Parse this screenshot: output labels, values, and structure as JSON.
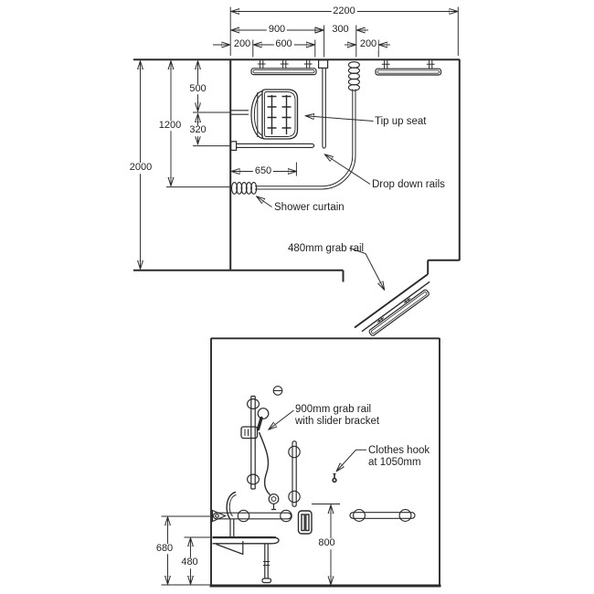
{
  "drawing": {
    "type": "accessible shower room technical drawing",
    "colors": {
      "line": "#2b2b2b",
      "text": "#1f1f1f",
      "background": "#ffffff"
    }
  },
  "plan": {
    "dim_total_width": "2200",
    "dim_seat_zone_width": "900",
    "dim_curtain_offset": "300",
    "dim_rail_gap_left": "200",
    "dim_rail_length": "600",
    "dim_rail_gap_right": "200",
    "dim_room_depth": "2000",
    "dim_curtain_return_depth": "1200",
    "dim_seat_from_back_wall": "500",
    "dim_seat_to_drop_rail": "320",
    "dim_drop_rail_reach": "650",
    "label_tip_up_seat": "Tip up seat",
    "label_drop_down_rails": "Drop down rails",
    "label_shower_curtain": "Shower curtain",
    "label_480_grab_rail": "480mm grab rail"
  },
  "elevation": {
    "dim_drop_rail_height": "680",
    "dim_seat_height": "480",
    "dim_grab_rail_height": "800",
    "label_900_grab_rail_line1": "900mm grab rail",
    "label_900_grab_rail_line2": "with slider bracket",
    "label_clothes_hook_line1": "Clothes hook",
    "label_clothes_hook_line2": "at 1050mm"
  }
}
